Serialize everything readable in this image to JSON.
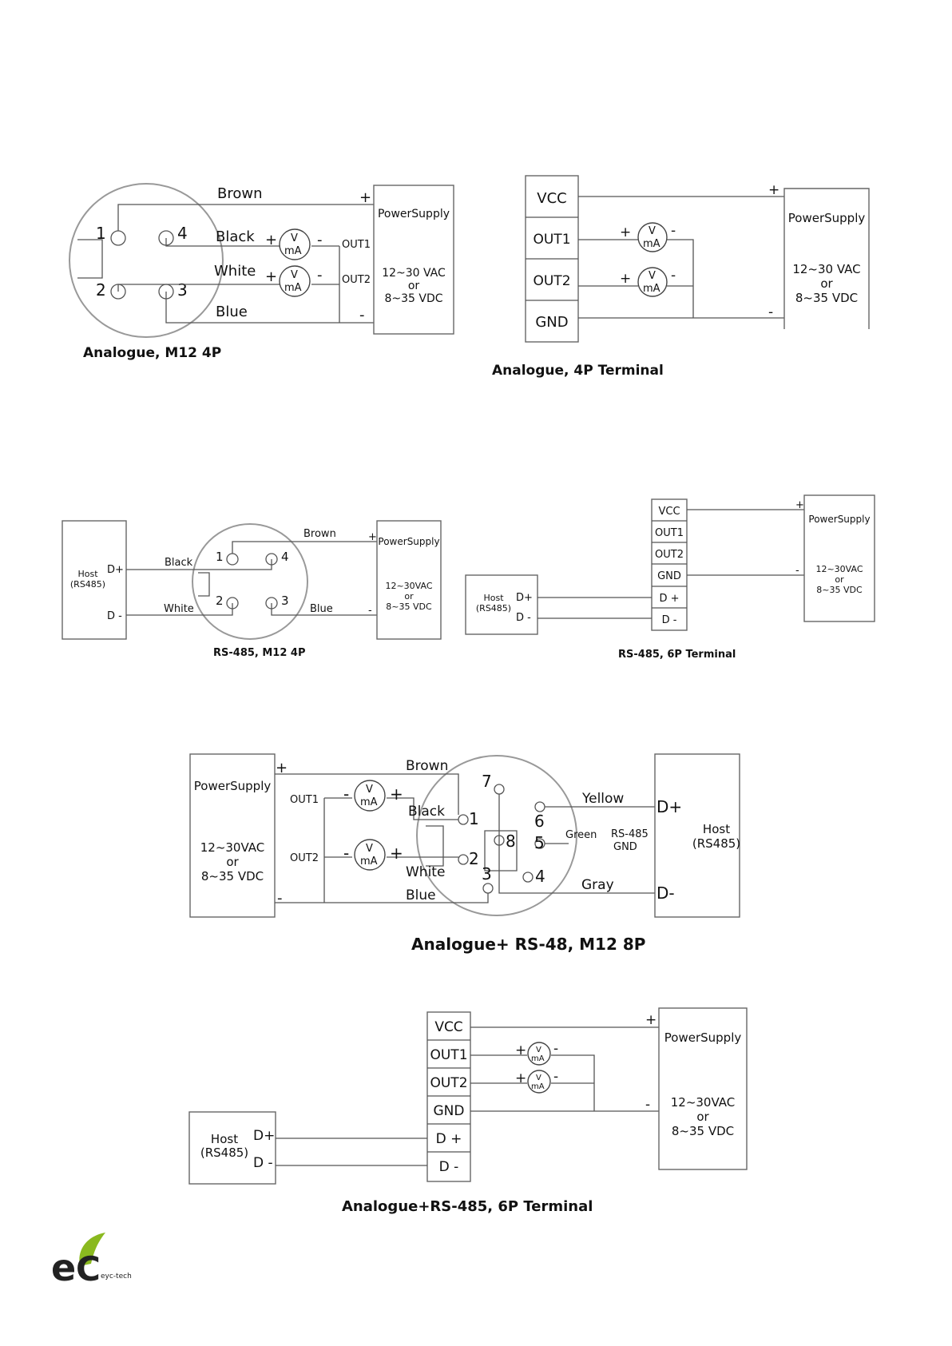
{
  "common": {
    "power_supply": "PowerSupply",
    "vac_a": "12~30 VAC",
    "vac_b": "12~30VAC",
    "or": "or",
    "vdc": "8~35 VDC",
    "plus": "+",
    "minus": "-",
    "v": "V",
    "ma": "mA",
    "out1": "OUT1",
    "out2": "OUT2",
    "vcc": "VCC",
    "gnd": "GND",
    "host": "Host",
    "host_paren": "(RS485)",
    "dplus": "D+",
    "dminus": "D -",
    "dplus_sp": "D +",
    "dminus_sp": "D -",
    "dminus_b": "D-",
    "brown": "Brown",
    "black": "Black",
    "white": "White",
    "blue": "Blue",
    "yellow": "Yellow",
    "green": "Green",
    "gray": "Gray",
    "rs485": "RS-485",
    "gnd_lbl": "GND",
    "p1": "1",
    "p2": "2",
    "p3": "3",
    "p4": "4",
    "p5": "5",
    "p6": "6",
    "p7": "7",
    "p8": "8"
  },
  "captions": {
    "d1": "Analogue, M12 4P",
    "d2": "Analogue, 4P Terminal",
    "d3": "RS-485, M12 4P",
    "d4": "RS-485, 6P Terminal",
    "d5": "Analogue+ RS-48, M12 8P",
    "d6": "Analogue+RS-485, 6P Terminal"
  },
  "logo": {
    "brand_e": "e",
    "brand_c": "C",
    "tagline": "eyc-tech",
    "leaf_color": "#8ab91f",
    "letter_color": "#222222"
  }
}
